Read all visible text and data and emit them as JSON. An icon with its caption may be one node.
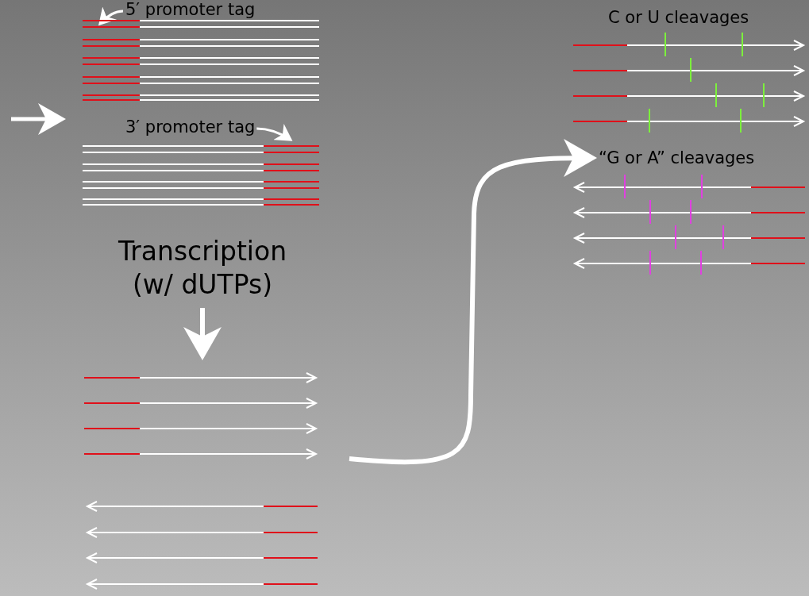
{
  "diagram": {
    "nodes": [
      {
        "text": [
          "5′ promoter tag"
        ]
      },
      {
        "text": [],
        "shape": "picture"
      },
      {
        "text": [
          "3′ promoter tag"
        ]
      },
      {
        "text": [],
        "shape": "picture"
      },
      {
        "text": [
          "Transcription (w/ dUTPs)"
        ]
      },
      {
        "text": [],
        "shape": "picture"
      },
      {
        "text": [],
        "shape": "picture"
      },
      {
        "text": [
          "C or U cleavages"
        ]
      },
      {
        "text": [],
        "shape": "picture"
      },
      {
        "text": [
          "“G or A” cleavages"
        ]
      },
      {
        "text": [],
        "shape": "picture"
      }
    ],
    "edges": [
      {
        "from": 0,
        "to": 1,
        "arrow": "to"
      },
      {
        "from": 2,
        "to": 3,
        "arrow": "to"
      },
      {
        "from": null,
        "to": 3,
        "arrow": "to"
      },
      {
        "from": 4,
        "to": 5,
        "arrow": "to"
      },
      {
        "from": 5,
        "to": 9,
        "arrow": "to"
      }
    ]
  }
}
